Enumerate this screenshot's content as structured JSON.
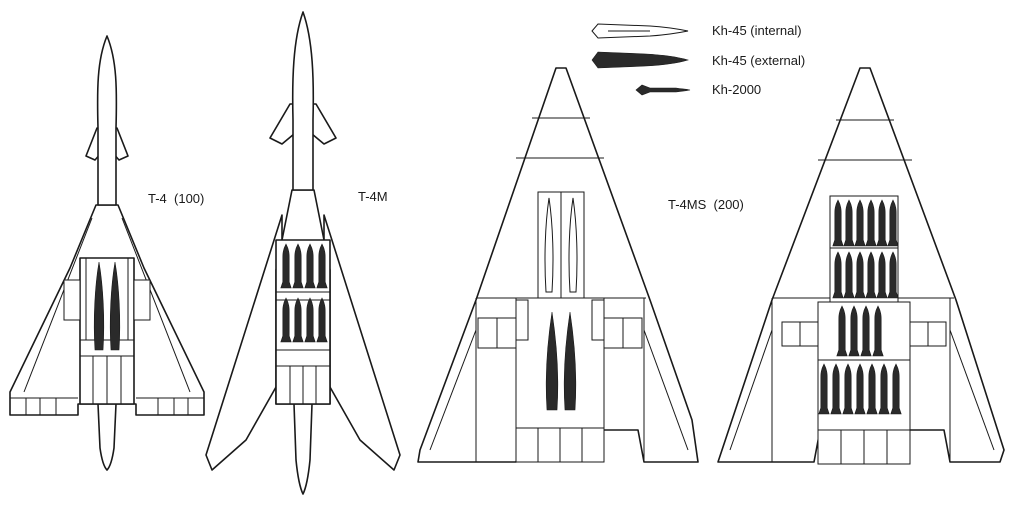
{
  "aircraft": [
    {
      "label": "T-4  (100)"
    },
    {
      "label": "T-4M"
    },
    {
      "label": "T-4MS  (200)"
    }
  ],
  "legend": [
    {
      "label": "Kh-45 (internal)",
      "icon": "missile-outline-icon"
    },
    {
      "label": "Kh-45 (external)",
      "icon": "missile-filled-icon"
    },
    {
      "label": "Kh-2000",
      "icon": "small-missile-icon"
    }
  ],
  "colors": {
    "line": "#1a1a1a",
    "fill": "#2a2a2a",
    "background": "#ffffff"
  }
}
